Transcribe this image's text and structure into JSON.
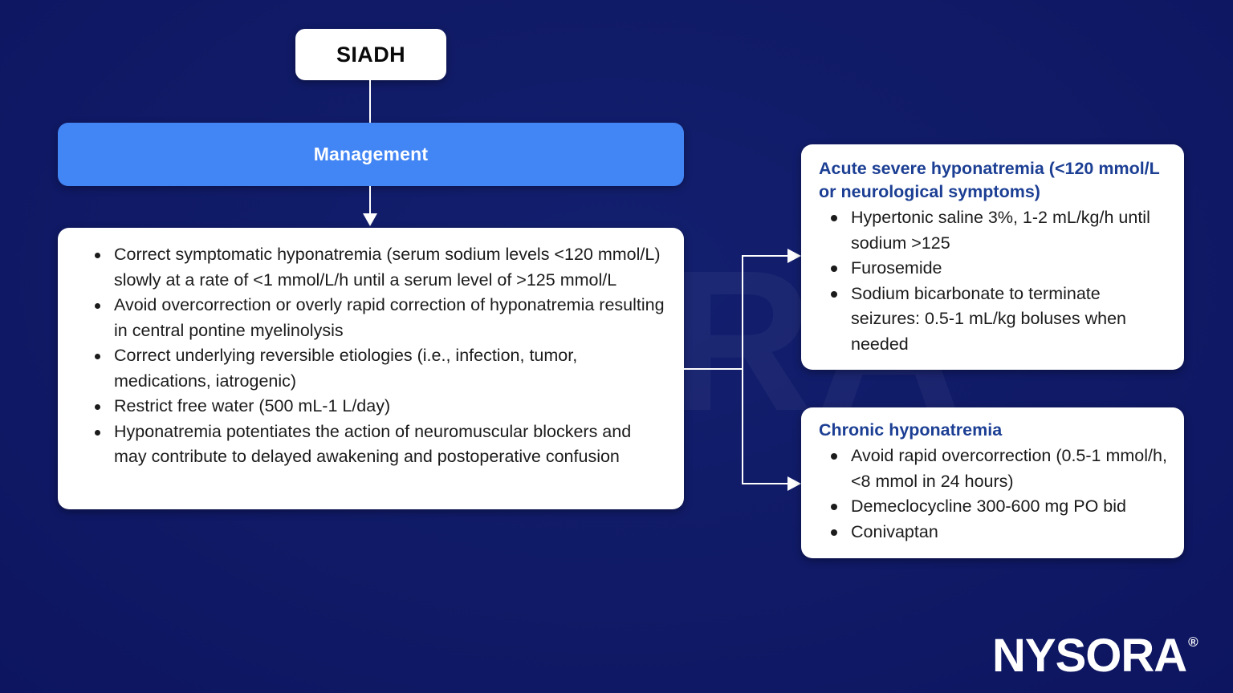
{
  "theme": {
    "background_navy": "#101c6e",
    "banner_blue": "#4285f4",
    "heading_blue": "#1c3f94",
    "card_white": "#ffffff",
    "connector_white": "#ffffff"
  },
  "watermark": {
    "text": "NYSORA",
    "copyright_glyph": "©"
  },
  "root_node": {
    "label": "SIADH"
  },
  "banner": {
    "label": "Management"
  },
  "management_card": {
    "bullets": [
      "Correct symptomatic hyponatremia (serum sodium levels <120 mmol/L) slowly at a rate of <1 mmol/L/h until a serum level of >125 mmol/L",
      "Avoid overcorrection or overly rapid correction of hyponatremia resulting in central pontine myelinolysis",
      "Correct underlying reversible etiologies (i.e., infection, tumor, medications, iatrogenic)",
      "Restrict free water (500 mL-1 L/day)",
      "Hyponatremia potentiates the action of neuromuscular blockers and may contribute to delayed awakening and postoperative confusion"
    ]
  },
  "acute_card": {
    "heading": "Acute severe hyponatremia (<120 mmol/L or neurological symptoms)",
    "bullets": [
      "Hypertonic saline 3%, 1-2 mL/kg/h until sodium >125",
      "Furosemide",
      "Sodium bicarbonate to terminate seizures: 0.5-1 mL/kg boluses when needed"
    ]
  },
  "chronic_card": {
    "heading": "Chronic hyponatremia",
    "bullets": [
      "Avoid rapid overcorrection (0.5-1 mmol/h, <8 mmol in 24 hours)",
      "Demeclocycline 300-600 mg PO bid",
      "Conivaptan"
    ]
  },
  "logo": {
    "word": "NYSORA",
    "registered": "®"
  }
}
